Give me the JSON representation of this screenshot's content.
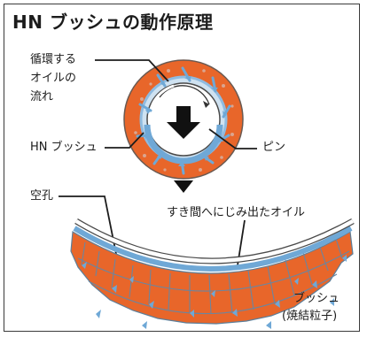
{
  "title": "HN ブッシュの動作原理",
  "labels": {
    "circulating_oil_line1": "循環する",
    "circulating_oil_line2": "オイルの",
    "circulating_oil_line3": "流れ",
    "hn_bush": "HN ブッシュ",
    "pin": "ピン",
    "pore": "空孔",
    "seeped_oil": "すき間へにじみ出たオイル",
    "bush_line1": "ブッシュ",
    "bush_line2": "(焼結粒子)"
  },
  "colors": {
    "bush_orange": "#e8662a",
    "cell_edge": "#5c7f9a",
    "oil_blue": "#6fa8d6",
    "pin_white": "#ffffff",
    "arrow_black": "#111111"
  }
}
